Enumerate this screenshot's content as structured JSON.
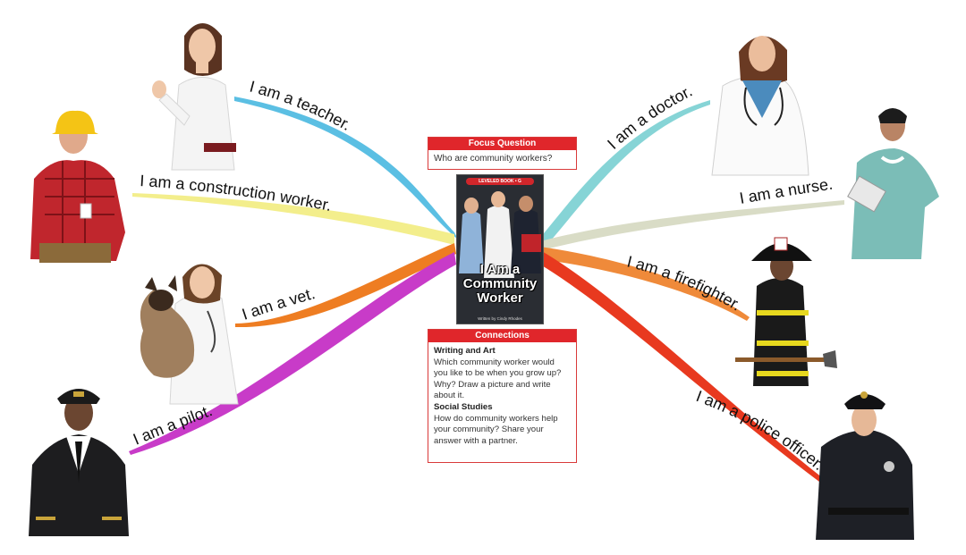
{
  "focus": {
    "header": "Focus Question",
    "question": "Who are community workers?"
  },
  "book": {
    "band": "LEVELED BOOK • G",
    "title_line1": "I Am a",
    "title_line2": "Community",
    "title_line3": "Worker",
    "author": "Written by Cindy Rhodes"
  },
  "connections": {
    "header": "Connections",
    "section1_title": "Writing and Art",
    "section1_text": "Which community worker would you like to be when you grow up? Why? Draw a picture and write about it.",
    "section2_title": "Social Studies",
    "section2_text": "How do community workers help your community? Share your answer with a partner."
  },
  "branches": {
    "teacher": {
      "label": "I am a teacher.",
      "color": "#5bbfe3"
    },
    "construction": {
      "label": "I am a construction worker.",
      "color": "#f3ee8c"
    },
    "vet": {
      "label": "I am a vet.",
      "color": "#ee7d22"
    },
    "pilot": {
      "label": "I am a pilot.",
      "color": "#c83bc8"
    },
    "doctor": {
      "label": "I am a doctor.",
      "color": "#86d4d6"
    },
    "nurse": {
      "label": "I am a nurse.",
      "color": "#d9dcc6"
    },
    "firefighter": {
      "label": "I am a firefighter.",
      "color": "#ef8a3a"
    },
    "police": {
      "label": "I am a police officer.",
      "color": "#e8391f"
    }
  }
}
